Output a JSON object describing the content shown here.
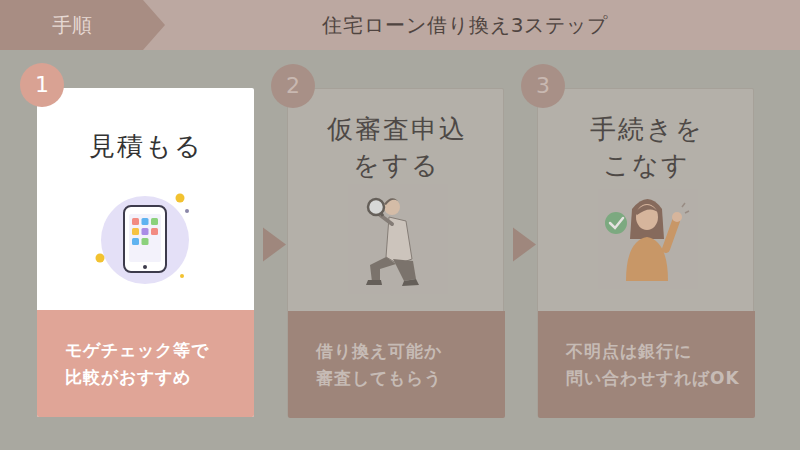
{
  "diagram": {
    "title": "住宅ローン借り換え3ステップ",
    "nodes": [
      {
        "text": [
          "手順"
        ]
      },
      {
        "text": [
          "見積もる"
        ]
      },
      {
        "text": [
          "1"
        ],
        "in": 1
      },
      {
        "text": [
          "モゲチェック等で 比較がおすすめ"
        ],
        "in": 1
      },
      {
        "text": [
          "仮審査申込 をする"
        ]
      },
      {
        "text": [
          "2"
        ],
        "in": 4
      },
      {
        "text": [
          "借り換え可能か 審査してもらう"
        ],
        "in": 4
      },
      {
        "text": [
          "手続きを こなす"
        ]
      },
      {
        "text": [
          "3"
        ],
        "in": 7
      },
      {
        "text": [
          "不明点は銀行に 問い合わせすればOK"
        ],
        "in": 7
      }
    ],
    "edges": [
      {
        "from": 1,
        "to": 4,
        "arrow": "to"
      },
      {
        "from": 4,
        "to": 7,
        "arrow": "to"
      }
    ]
  }
}
